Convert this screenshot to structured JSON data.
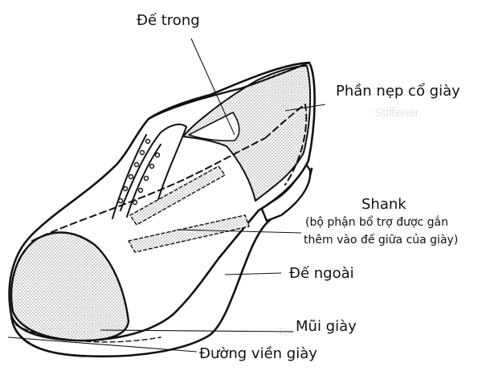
{
  "labels": {
    "insole": "Đế trong",
    "stiffener": "Phần nẹp cổ giày",
    "stiffener_ghost": "Stiffener",
    "shank_title": "Shank",
    "shank_note_1": "(bộ phận bổ trợ được gắn",
    "shank_note_2": "thêm vào đế giữa của giày)",
    "outsole": "Đế ngoài",
    "toe_cap": "Mũi giày",
    "toe_ghost": "Toe",
    "welt": "Đường viền giày"
  },
  "colors": {
    "ink": "#111111",
    "hatch": "#8a8a8a",
    "ghost": "#e4e4e4"
  }
}
